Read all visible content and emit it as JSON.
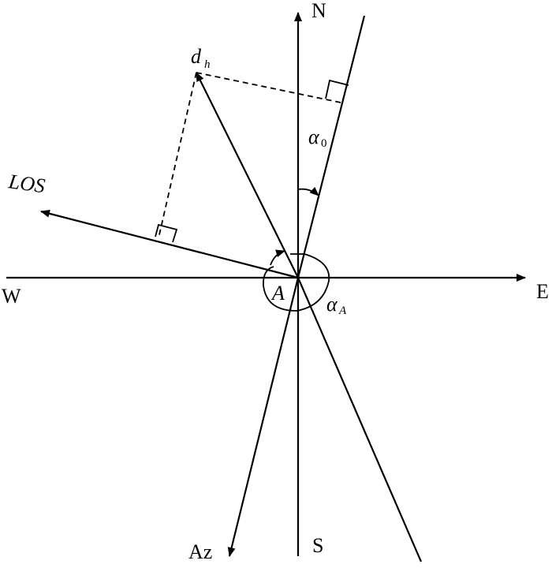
{
  "labels": {
    "north": "N",
    "south": "S",
    "east": "E",
    "west": "W",
    "los": "LOS",
    "azimuth": "Az",
    "dh_main": "d",
    "dh_sub": "h",
    "alpha0_main": "α",
    "alpha0_sub": "0",
    "alphaA_main": "α",
    "alphaA_sub": "A",
    "angle_a": "A"
  },
  "colors": {
    "ink": "#000000",
    "background": "#ffffff"
  }
}
